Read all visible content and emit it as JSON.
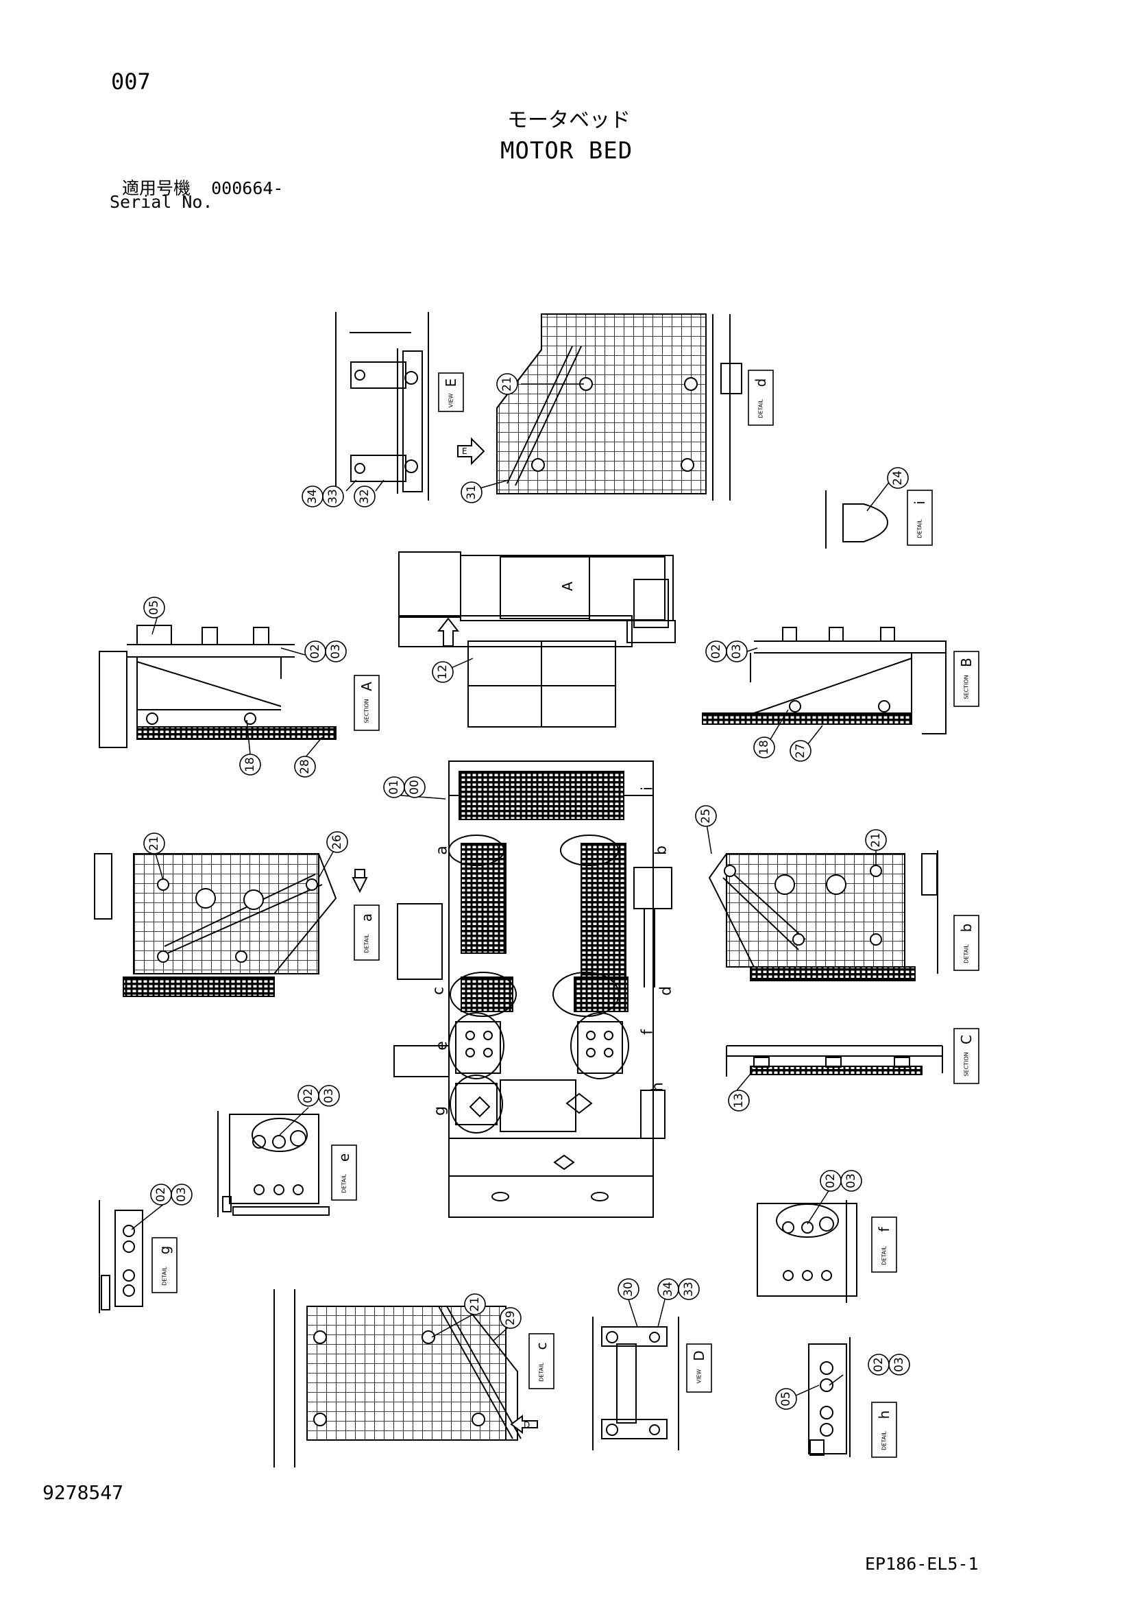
{
  "header": {
    "page_number": "007",
    "title_jp": "モータベッド",
    "title_en": "MOTOR BED",
    "serial_label_jp": "適用号機",
    "serial_number": "000664-",
    "serial_label_en": "Serial No."
  },
  "footer": {
    "drawing_number": "9278547",
    "document_code": "EP186-EL5-1"
  },
  "callouts": {
    "c00": "00",
    "c01": "01",
    "c02": "02",
    "c03": "03",
    "c05": "05",
    "c12": "12",
    "c13": "13",
    "c18": "18",
    "c21": "21",
    "c24": "24",
    "c25": "25",
    "c26": "26",
    "c27": "27",
    "c28": "28",
    "c29": "29",
    "c30": "30",
    "c31": "31",
    "c32": "32",
    "c33": "33",
    "c34": "34"
  },
  "detail_tags": {
    "view_E": "E",
    "detail_d": "d",
    "detail_i": "i",
    "section_A": "A",
    "section_B": "B",
    "section_C": "C",
    "detail_a": "a",
    "detail_b": "b",
    "detail_c": "c",
    "detail_e": "e",
    "detail_f": "f",
    "detail_g": "g",
    "detail_h": "h",
    "view_D": "D",
    "word_view": "VIEW",
    "word_detail": "DETAIL",
    "word_section": "SECTION"
  },
  "main_view_letters": {
    "a": "a",
    "b": "b",
    "c": "c",
    "d": "d",
    "e": "e",
    "f": "f",
    "g": "g",
    "h": "h",
    "i": "i"
  },
  "arrow_letters": {
    "E": "E",
    "D": "D",
    "A": "A"
  }
}
